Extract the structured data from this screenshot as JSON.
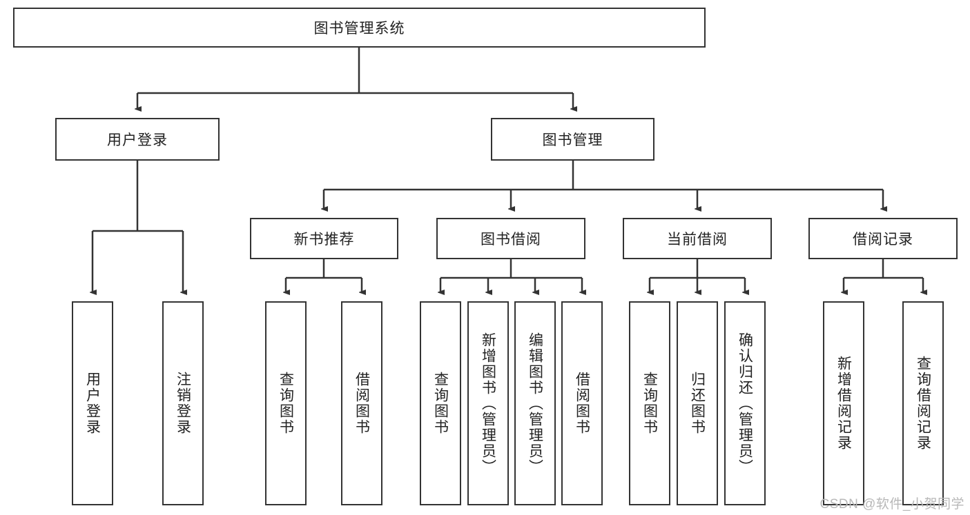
{
  "diagram": {
    "title": "图书管理系统",
    "type": "hierarchy-tree",
    "root": {
      "id": "root",
      "label": "图书管理系统",
      "orientation": "horizontal"
    },
    "level2": [
      {
        "id": "user-login",
        "label": "用户登录",
        "orientation": "horizontal"
      },
      {
        "id": "book-manage",
        "label": "图书管理",
        "orientation": "horizontal"
      }
    ],
    "level3": [
      {
        "id": "new-book-recommend",
        "label": "新书推荐",
        "orientation": "horizontal",
        "parent": "book-manage"
      },
      {
        "id": "book-borrow",
        "label": "图书借阅",
        "orientation": "horizontal",
        "parent": "book-manage"
      },
      {
        "id": "current-borrow",
        "label": "当前借阅",
        "orientation": "horizontal",
        "parent": "book-manage"
      },
      {
        "id": "borrow-record",
        "label": "借阅记录",
        "orientation": "horizontal",
        "parent": "book-manage"
      }
    ],
    "leaves": [
      {
        "id": "leaf-user-login",
        "label": "用户登录",
        "parent": "user-login"
      },
      {
        "id": "leaf-logout-login",
        "label": "注销登录",
        "parent": "user-login"
      },
      {
        "id": "leaf-query-book-1",
        "label": "查询图书",
        "parent": "new-book-recommend"
      },
      {
        "id": "leaf-borrow-book-1",
        "label": "借阅图书",
        "parent": "new-book-recommend"
      },
      {
        "id": "leaf-query-book-2",
        "label": "查询图书",
        "parent": "book-borrow"
      },
      {
        "id": "leaf-add-book",
        "label": "新增图书（管理员）",
        "parent": "book-borrow"
      },
      {
        "id": "leaf-edit-book",
        "label": "编辑图书（管理员）",
        "parent": "book-borrow"
      },
      {
        "id": "leaf-borrow-book-2",
        "label": "借阅图书",
        "parent": "book-borrow"
      },
      {
        "id": "leaf-query-book-3",
        "label": "查询图书",
        "parent": "current-borrow"
      },
      {
        "id": "leaf-return-book",
        "label": "归还图书",
        "parent": "current-borrow"
      },
      {
        "id": "leaf-confirm-return",
        "label": "确认归还（管理员）",
        "parent": "current-borrow"
      },
      {
        "id": "leaf-add-record",
        "label": "新增借阅记录",
        "parent": "borrow-record"
      },
      {
        "id": "leaf-query-record",
        "label": "查询借阅记录",
        "parent": "borrow-record"
      }
    ]
  },
  "watermark": {
    "text": "CSDN @软件_小贺同学"
  },
  "colors": {
    "stroke": "#333333",
    "background": "#ffffff",
    "text": "#222222",
    "watermark": "#b8b8b8"
  }
}
